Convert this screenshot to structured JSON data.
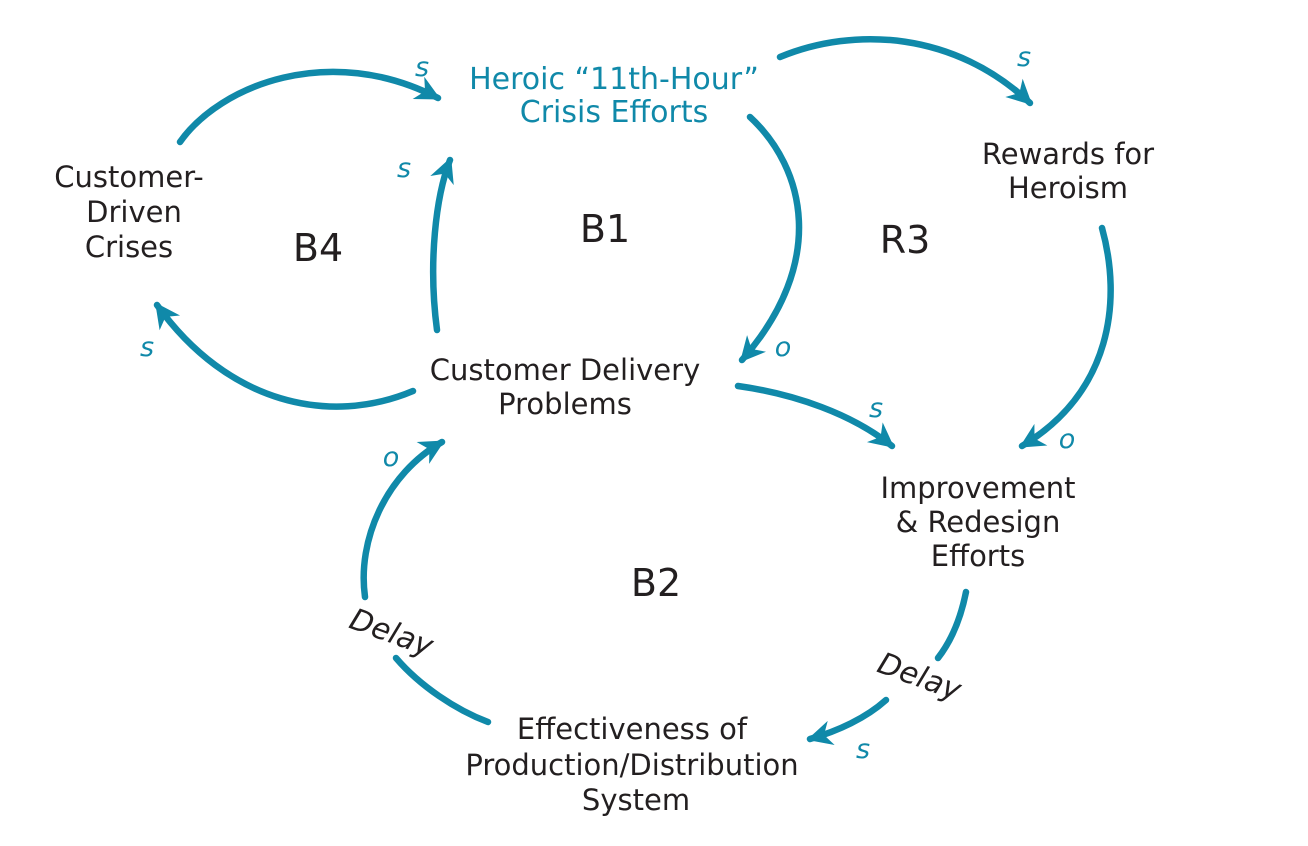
{
  "colors": {
    "link": "#1089A9",
    "text": "#231F20",
    "bg": "#FFFFFF"
  },
  "nodes": {
    "heroic_crisis_efforts": {
      "lines": [
        "Heroic “11th-Hour”",
        "Crisis Efforts"
      ]
    },
    "customer_driven_crises": {
      "lines": [
        "Customer-",
        "Driven",
        "Crises"
      ]
    },
    "rewards_for_heroism": {
      "lines": [
        "Rewards for",
        "Heroism"
      ]
    },
    "customer_delivery_problems": {
      "lines": [
        "Customer Delivery",
        "Problems"
      ]
    },
    "improvement_redesign_efforts": {
      "lines": [
        "Improvement",
        "& Redesign",
        "Efforts"
      ]
    },
    "effectiveness_production_distribution": {
      "lines": [
        "Effectiveness of",
        "Production/Distribution",
        "System"
      ]
    }
  },
  "loops": {
    "b4": {
      "label": "B4"
    },
    "b1": {
      "label": "B1"
    },
    "r3": {
      "label": "R3"
    },
    "b2": {
      "label": "B2"
    }
  },
  "links": {
    "crises_to_heroic": {
      "polarity": "s"
    },
    "cdp_to_heroic": {
      "polarity": "s"
    },
    "heroic_to_rewards": {
      "polarity": "s"
    },
    "heroic_to_cdp": {
      "polarity": "o"
    },
    "rewards_to_improvement": {
      "polarity": "o"
    },
    "cdp_to_improvement": {
      "polarity": "s"
    },
    "cdp_to_crises": {
      "polarity": "s"
    },
    "improvement_to_effectiveness": {
      "polarity": "s",
      "delay": "Delay"
    },
    "effectiveness_to_cdp": {
      "polarity": "o",
      "delay": "Delay"
    }
  }
}
